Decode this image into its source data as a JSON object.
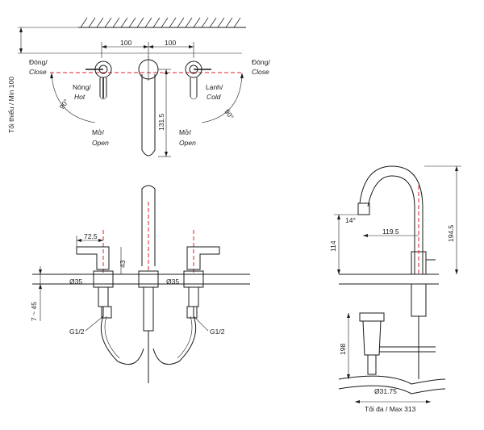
{
  "wall_label": "Tối thiểu / Min 100",
  "top_view": {
    "dim_left": "100",
    "dim_right": "100",
    "dim_height": "131.5",
    "left_close": [
      "Đóng/",
      "Close"
    ],
    "right_close": [
      "Đóng/",
      "Close"
    ],
    "hot": [
      "Nóng/",
      "Hot"
    ],
    "cold": [
      "Lạnh/",
      "Cold"
    ],
    "open_left": [
      "Mở/",
      "Open"
    ],
    "open_right": [
      "Mở/",
      "Open"
    ],
    "angle_left": "90°",
    "angle_right": "90°"
  },
  "front_view": {
    "dim_spread": "72.5",
    "dim_handle_h": "43",
    "dia_left": "Ø35",
    "dia_right": "Ø35",
    "dim_deck": "7 ~ 45",
    "thread_left": "G1/2",
    "thread_right": "G1/2"
  },
  "side_view": {
    "angle": "14°",
    "reach": "119.5",
    "height_spout": "114",
    "height_total": "194.5",
    "drain_h": "198",
    "drain_dia": "Ø31.75",
    "max_len": "Tối đa / Max 313"
  },
  "colors": {
    "line": "#1a1a1a",
    "centerline": "#e0202a",
    "background": "#ffffff"
  }
}
